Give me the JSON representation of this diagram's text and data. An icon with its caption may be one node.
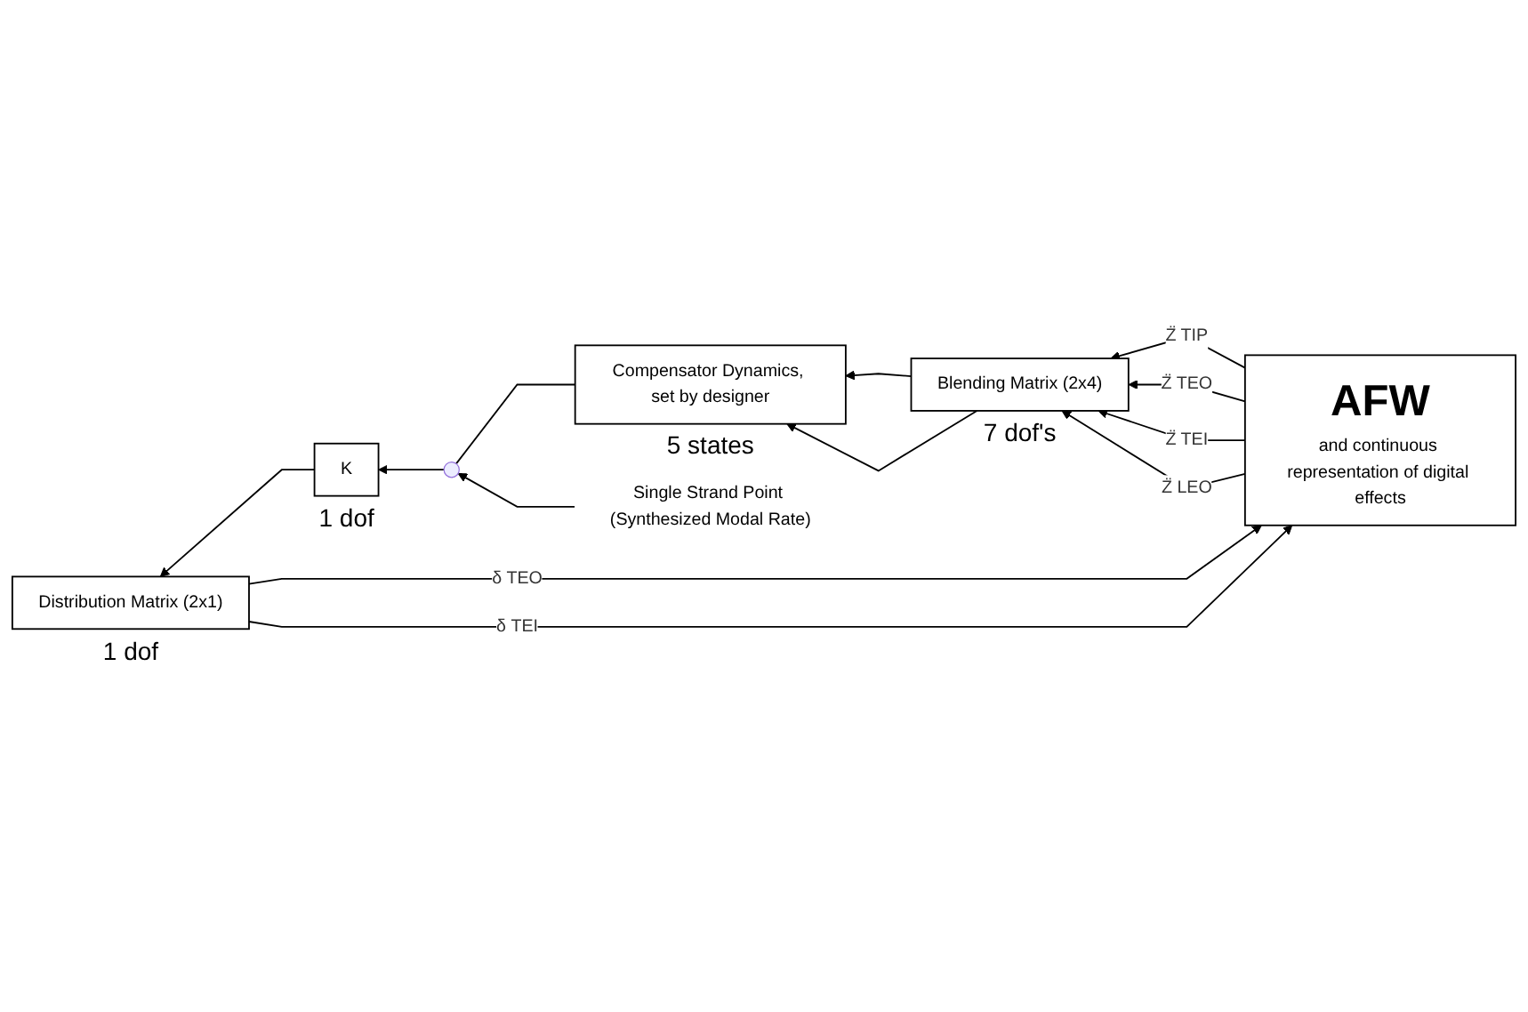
{
  "diagram": {
    "nodes": [
      {
        "text": [
          "AFW",
          "and continuous representation of digital effects"
        ]
      },
      {
        "text": [
          "Single Strand Point (Synthesized Modal Rate)"
        ]
      },
      {
        "text": [
          "Distribution Matrix (2x1)"
        ],
        "beside": [
          "1 dof"
        ]
      },
      {
        "text": [
          "K"
        ],
        "beside": [
          "1 dof"
        ]
      },
      {
        "text": [],
        "shape": "cross"
      },
      {
        "text": [
          "Compensator Dynamics, set by designer"
        ],
        "beside": [
          "5 states"
        ]
      },
      {
        "text": [
          "Blending Matrix (2x4)"
        ],
        "beside": [
          "7 dof's"
        ]
      }
    ],
    "edges": [
      {
        "from": 2,
        "to": 0,
        "arrow": "to",
        "label": "δ TEO"
      },
      {
        "from": 2,
        "to": 0,
        "arrow": "to",
        "label": "δ TEI"
      },
      {
        "from": 0,
        "to": 6,
        "arrow": "to",
        "label": "Z̈ TIP"
      },
      {
        "from": 0,
        "to": 6,
        "arrow": "to",
        "label": "Z̈ TEO"
      },
      {
        "from": 0,
        "to": 6,
        "arrow": "to",
        "label": "Z̈ TEI"
      },
      {
        "from": 0,
        "to": 6,
        "arrow": "to",
        "label": "Z̈ LEO"
      },
      {
        "from": 6,
        "to": 5,
        "arrow": "to"
      },
      {
        "from": 6,
        "to": 5,
        "arrow": "to"
      },
      {
        "from": 5,
        "to": 4,
        "arrow": "none"
      },
      {
        "from": 4,
        "to": 3,
        "arrow": "to"
      },
      {
        "from": 3,
        "to": 2,
        "arrow": "to"
      },
      {
        "from": 1,
        "to": 4,
        "arrow": "to"
      }
    ]
  }
}
